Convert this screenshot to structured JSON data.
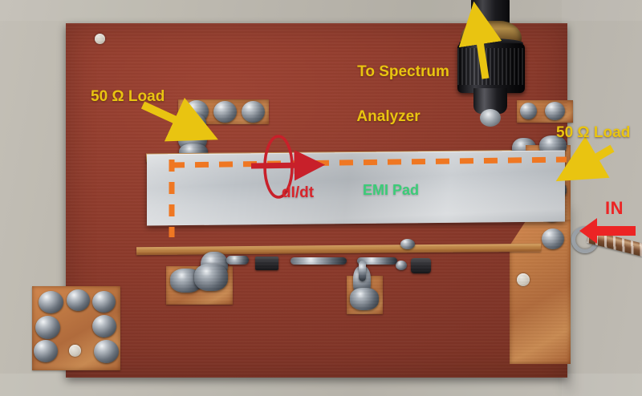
{
  "scene": {
    "title": "EMI Pad dI/dt test fixture photograph",
    "background_color": "#b6b2a8",
    "pcb_color": "#8c3a2b"
  },
  "annotations": {
    "spectrum_analyzer": {
      "line1": "To Spectrum",
      "line2": "Analyzer",
      "color": "#e9c411",
      "arrow": "up-arrow-icon"
    },
    "load_left": {
      "label": "50 Ω Load",
      "color": "#e9c411",
      "arrow": "down-right-arrow-icon"
    },
    "load_right": {
      "label": "50 Ω Load",
      "color": "#e9c411",
      "arrow": "down-left-arrow-icon"
    },
    "didt": {
      "label": "dI/dt",
      "color": "#d8242b",
      "loop": "current-loop-ellipse-icon",
      "arrow": "right-arrow-icon"
    },
    "emi_pad": {
      "label": "EMI Pad",
      "color": "#3ccc78"
    },
    "input": {
      "label": "IN",
      "color": "#ec2424",
      "arrow": "left-arrow-icon"
    },
    "dashed_trace": {
      "color": "#ef7722",
      "style": "dashed",
      "description": "current path"
    }
  },
  "hardware": {
    "connector": "coaxial-probe-connector",
    "pad": "emi-absorber-pad",
    "board": "copper-clad-fr4-board",
    "cable": "braided-shield-wire"
  }
}
